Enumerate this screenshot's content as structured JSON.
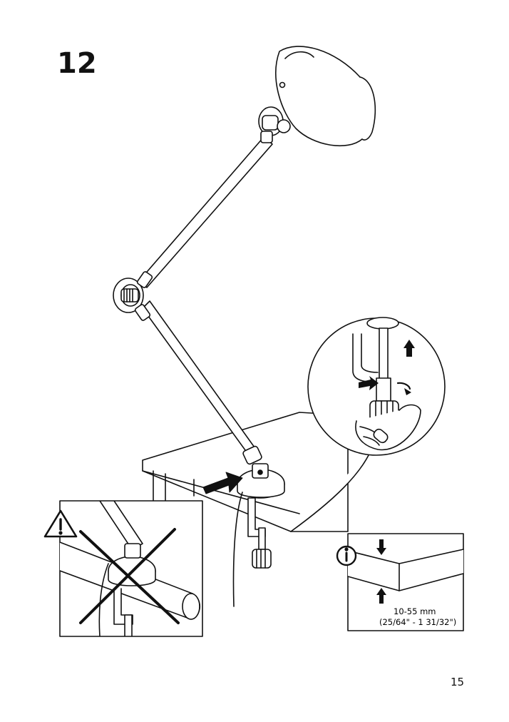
{
  "page": {
    "step_number": "12",
    "page_number": "15"
  },
  "thickness_info": {
    "icon": "info-icon",
    "range_metric": "10-55 mm",
    "range_imperial": "(25/64\" - 1 31/32\")"
  },
  "warning": {
    "icon": "warning-triangle-icon"
  }
}
